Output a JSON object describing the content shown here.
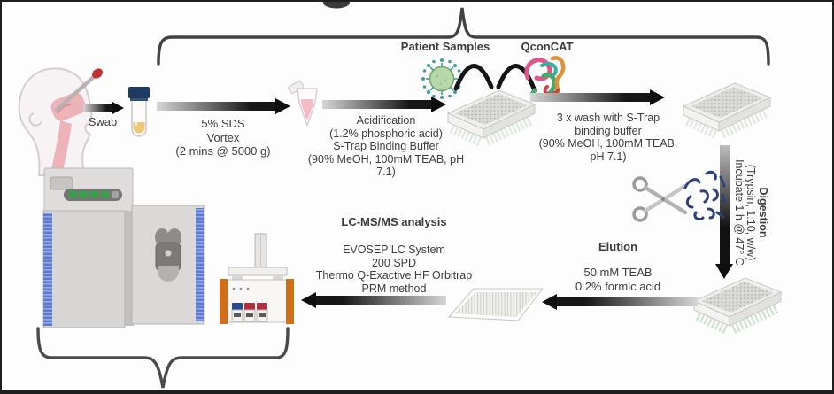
{
  "labels": {
    "swab": "Swab",
    "patient_samples": "Patient Samples",
    "qconcat": "QconCAT"
  },
  "steps": {
    "lysis": [
      "5% SDS",
      "Vortex",
      "(2 mins @ 5000 g)"
    ],
    "acidification": [
      "Acidification",
      "(1.2% phosphoric acid)",
      "S-Trap Binding Buffer",
      "(90% MeOH, 100mM TEAB, pH",
      "7.1)"
    ],
    "wash": [
      "3 x wash with S-Trap",
      "binding buffer",
      "(90% MeOH, 100mM TEAB,",
      "pH 7.1)"
    ],
    "digestion": {
      "title": "Digestion",
      "lines": [
        "(Trypsin, 1:10, w/w)",
        "Incubate 1 h @ 47° C"
      ]
    },
    "elution": {
      "title": "Elution",
      "lines": [
        "50 mM TEAB",
        "0.2% formic acid"
      ]
    },
    "analysis": {
      "title": "LC-MS/MS analysis",
      "lines": [
        "EVOSEP LC System",
        "200 SPD",
        "Thermo Q-Exactive HF Orbitrap",
        "PRM method"
      ]
    }
  },
  "icons": [
    "person-swab-icon",
    "collection-tube-icon",
    "microcentrifuge-tube-icon",
    "virus-icon",
    "qconcat-protein-icon",
    "well-plate-icon",
    "scissors-icon",
    "peptide-fragments-icon",
    "mass-spectrometer-icon",
    "evosep-lc-icon",
    "curved-transfer-arrow-icon",
    "brace"
  ],
  "colors": {
    "text": "#3d3d3d",
    "arrow_black": "#0e0e0e",
    "instrument_blue": "#5b79d6",
    "evosep_orange": "#d06f18",
    "virus_green": "#b8d7ab",
    "virus_spike_teal": "#3f9e95",
    "peptide_navy": "#2e3f7d",
    "tube_cap_navy": "#1f3a60",
    "sample_amber": "#ecc77c",
    "lysate_pink": "#f3bac7",
    "tissue_pink": "#edaeb2",
    "swab_tip_red": "#c22f2f",
    "plate_gray": "#efefed"
  }
}
